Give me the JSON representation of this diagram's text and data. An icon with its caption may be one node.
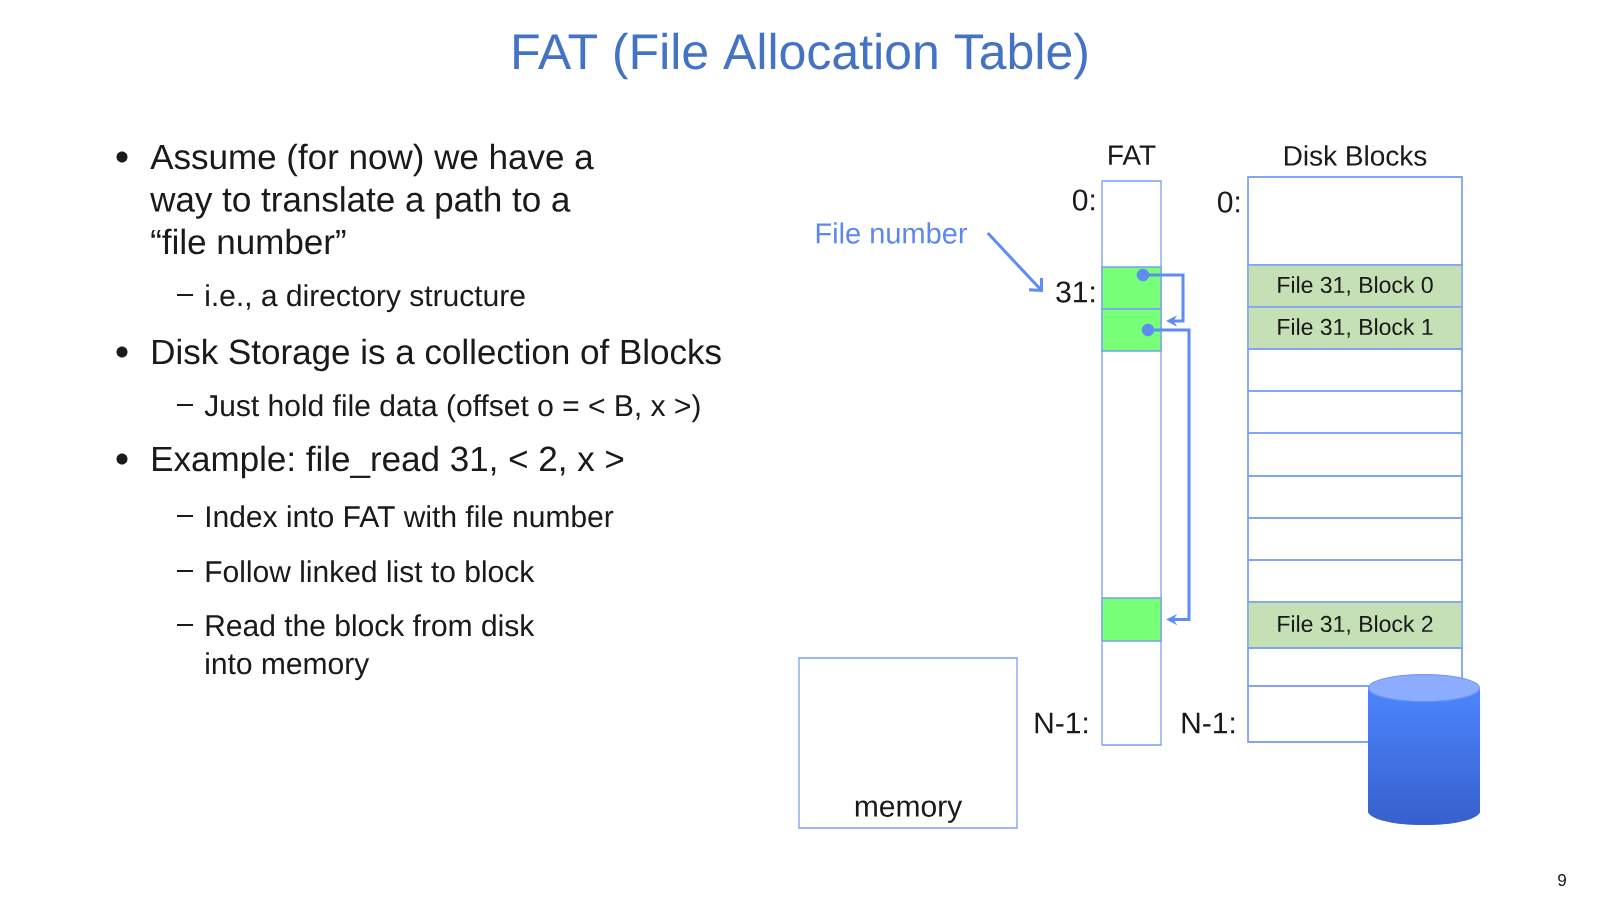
{
  "diagram": {
    "title": "FAT (File Allocation Table)",
    "nodes": [
      {
        "text": [
          "FAT"
        ]
      },
      {
        "text": [],
        "shape": "box",
        "in": 0
      },
      {
        "text": [],
        "shape": "box",
        "in": 0
      },
      {
        "text": [],
        "shape": "box",
        "in": 0
      },
      {
        "text": [
          "Disk Blocks"
        ]
      },
      {
        "text": [],
        "shape": "box",
        "in": 4
      },
      {
        "text": [
          "File 31, Block 0"
        ],
        "in": 4
      },
      {
        "text": [
          "File 31, Block 1"
        ],
        "in": 4
      },
      {
        "text": [],
        "shape": "box",
        "in": 4
      },
      {
        "text": [],
        "shape": "box",
        "in": 4
      },
      {
        "text": [],
        "shape": "box",
        "in": 4
      },
      {
        "text": [],
        "shape": "box",
        "in": 4
      },
      {
        "text": [],
        "shape": "box",
        "in": 4
      },
      {
        "text": [],
        "shape": "box",
        "in": 4
      },
      {
        "text": [
          "File 31, Block 2"
        ],
        "in": 4
      },
      {
        "text": [],
        "shape": "box",
        "in": 4
      },
      {
        "text": [],
        "shape": "box",
        "in": 4
      },
      {
        "text": [
          "File number"
        ]
      },
      {
        "text": [
          "31:"
        ]
      },
      {
        "text": [
          "memory"
        ]
      },
      {
        "text": [],
        "shape": "cylinder"
      },
      {
        "text": [],
        "shape": "circle",
        "in": 1
      },
      {
        "text": [],
        "shape": "circle",
        "in": 2
      }
    ],
    "edges": [
      {
        "from": 17,
        "to": 18,
        "arrow": "to"
      },
      {
        "from": 21,
        "to": 2,
        "arrow": "to"
      },
      {
        "from": 22,
        "to": 3,
        "arrow": "to"
      }
    ],
    "labels": [
      "Assume (for now) we have a way to translate a path to a “file number”",
      "i.e., a directory structure",
      "Disk Storage is a collection of Blocks",
      "Just hold file data (offset o = < B, x >)",
      "Example: file_read 31, < 2, x >",
      "Index into FAT with file number",
      "Follow linked list to block",
      "Read the block from disk into memory",
      "0:",
      "0:",
      "N-1:",
      "N-1:",
      "9"
    ]
  }
}
